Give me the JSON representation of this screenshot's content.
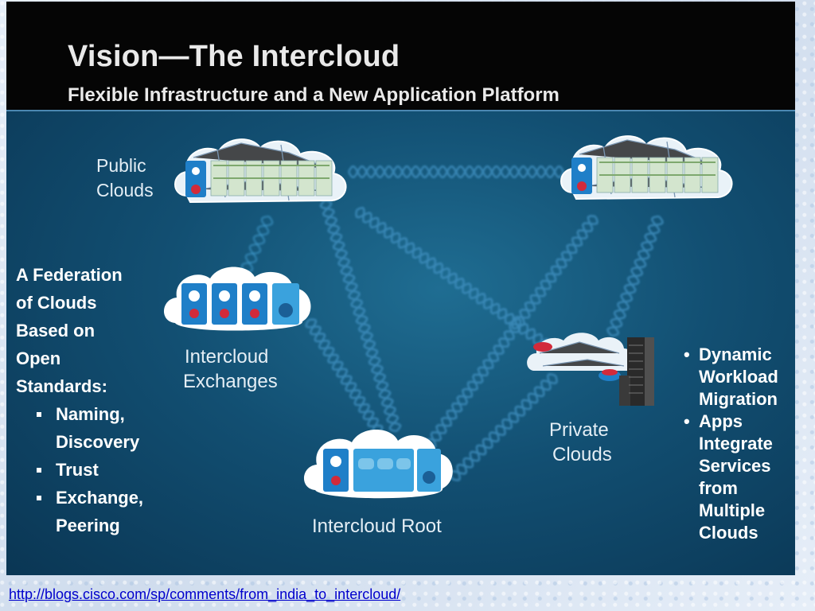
{
  "slide": {
    "title": "Vision—The Intercloud",
    "subtitle": "Flexible Infrastructure and a New Application Platform"
  },
  "labels": {
    "public_clouds": [
      "Public",
      "Clouds"
    ],
    "intercloud_exchanges": [
      "Intercloud",
      "Exchanges"
    ],
    "intercloud_root": "Intercloud Root",
    "private_clouds": [
      "Private",
      "Clouds"
    ]
  },
  "left_text": {
    "heading": [
      "A Federation",
      "of Clouds",
      "Based on",
      "Open",
      "Standards:"
    ],
    "bullets": [
      [
        "Naming,",
        "Discovery"
      ],
      [
        "Trust"
      ],
      [
        "Exchange,",
        "Peering"
      ]
    ]
  },
  "right_text": {
    "bullets": [
      [
        "Dynamic",
        "Workload",
        "Migration"
      ],
      [
        "Apps",
        "Integrate",
        "Services",
        "from",
        "Multiple",
        "Clouds"
      ]
    ]
  },
  "footer": {
    "source_link": "http://blogs.cisco.com/sp/comments/from_india_to_intercloud/"
  },
  "colors": {
    "title_bar": "#050505",
    "slide_bg": "#124f72",
    "link_helix": "#3f8fbf",
    "server_rack": "#cfe3c8",
    "switch_blue": "#1f7fc8",
    "link_blue": "#0000cc"
  },
  "icons": [
    "cloud-icon",
    "server-rack-icon",
    "switch-icon",
    "firewall-icon",
    "storage-tower-icon"
  ]
}
